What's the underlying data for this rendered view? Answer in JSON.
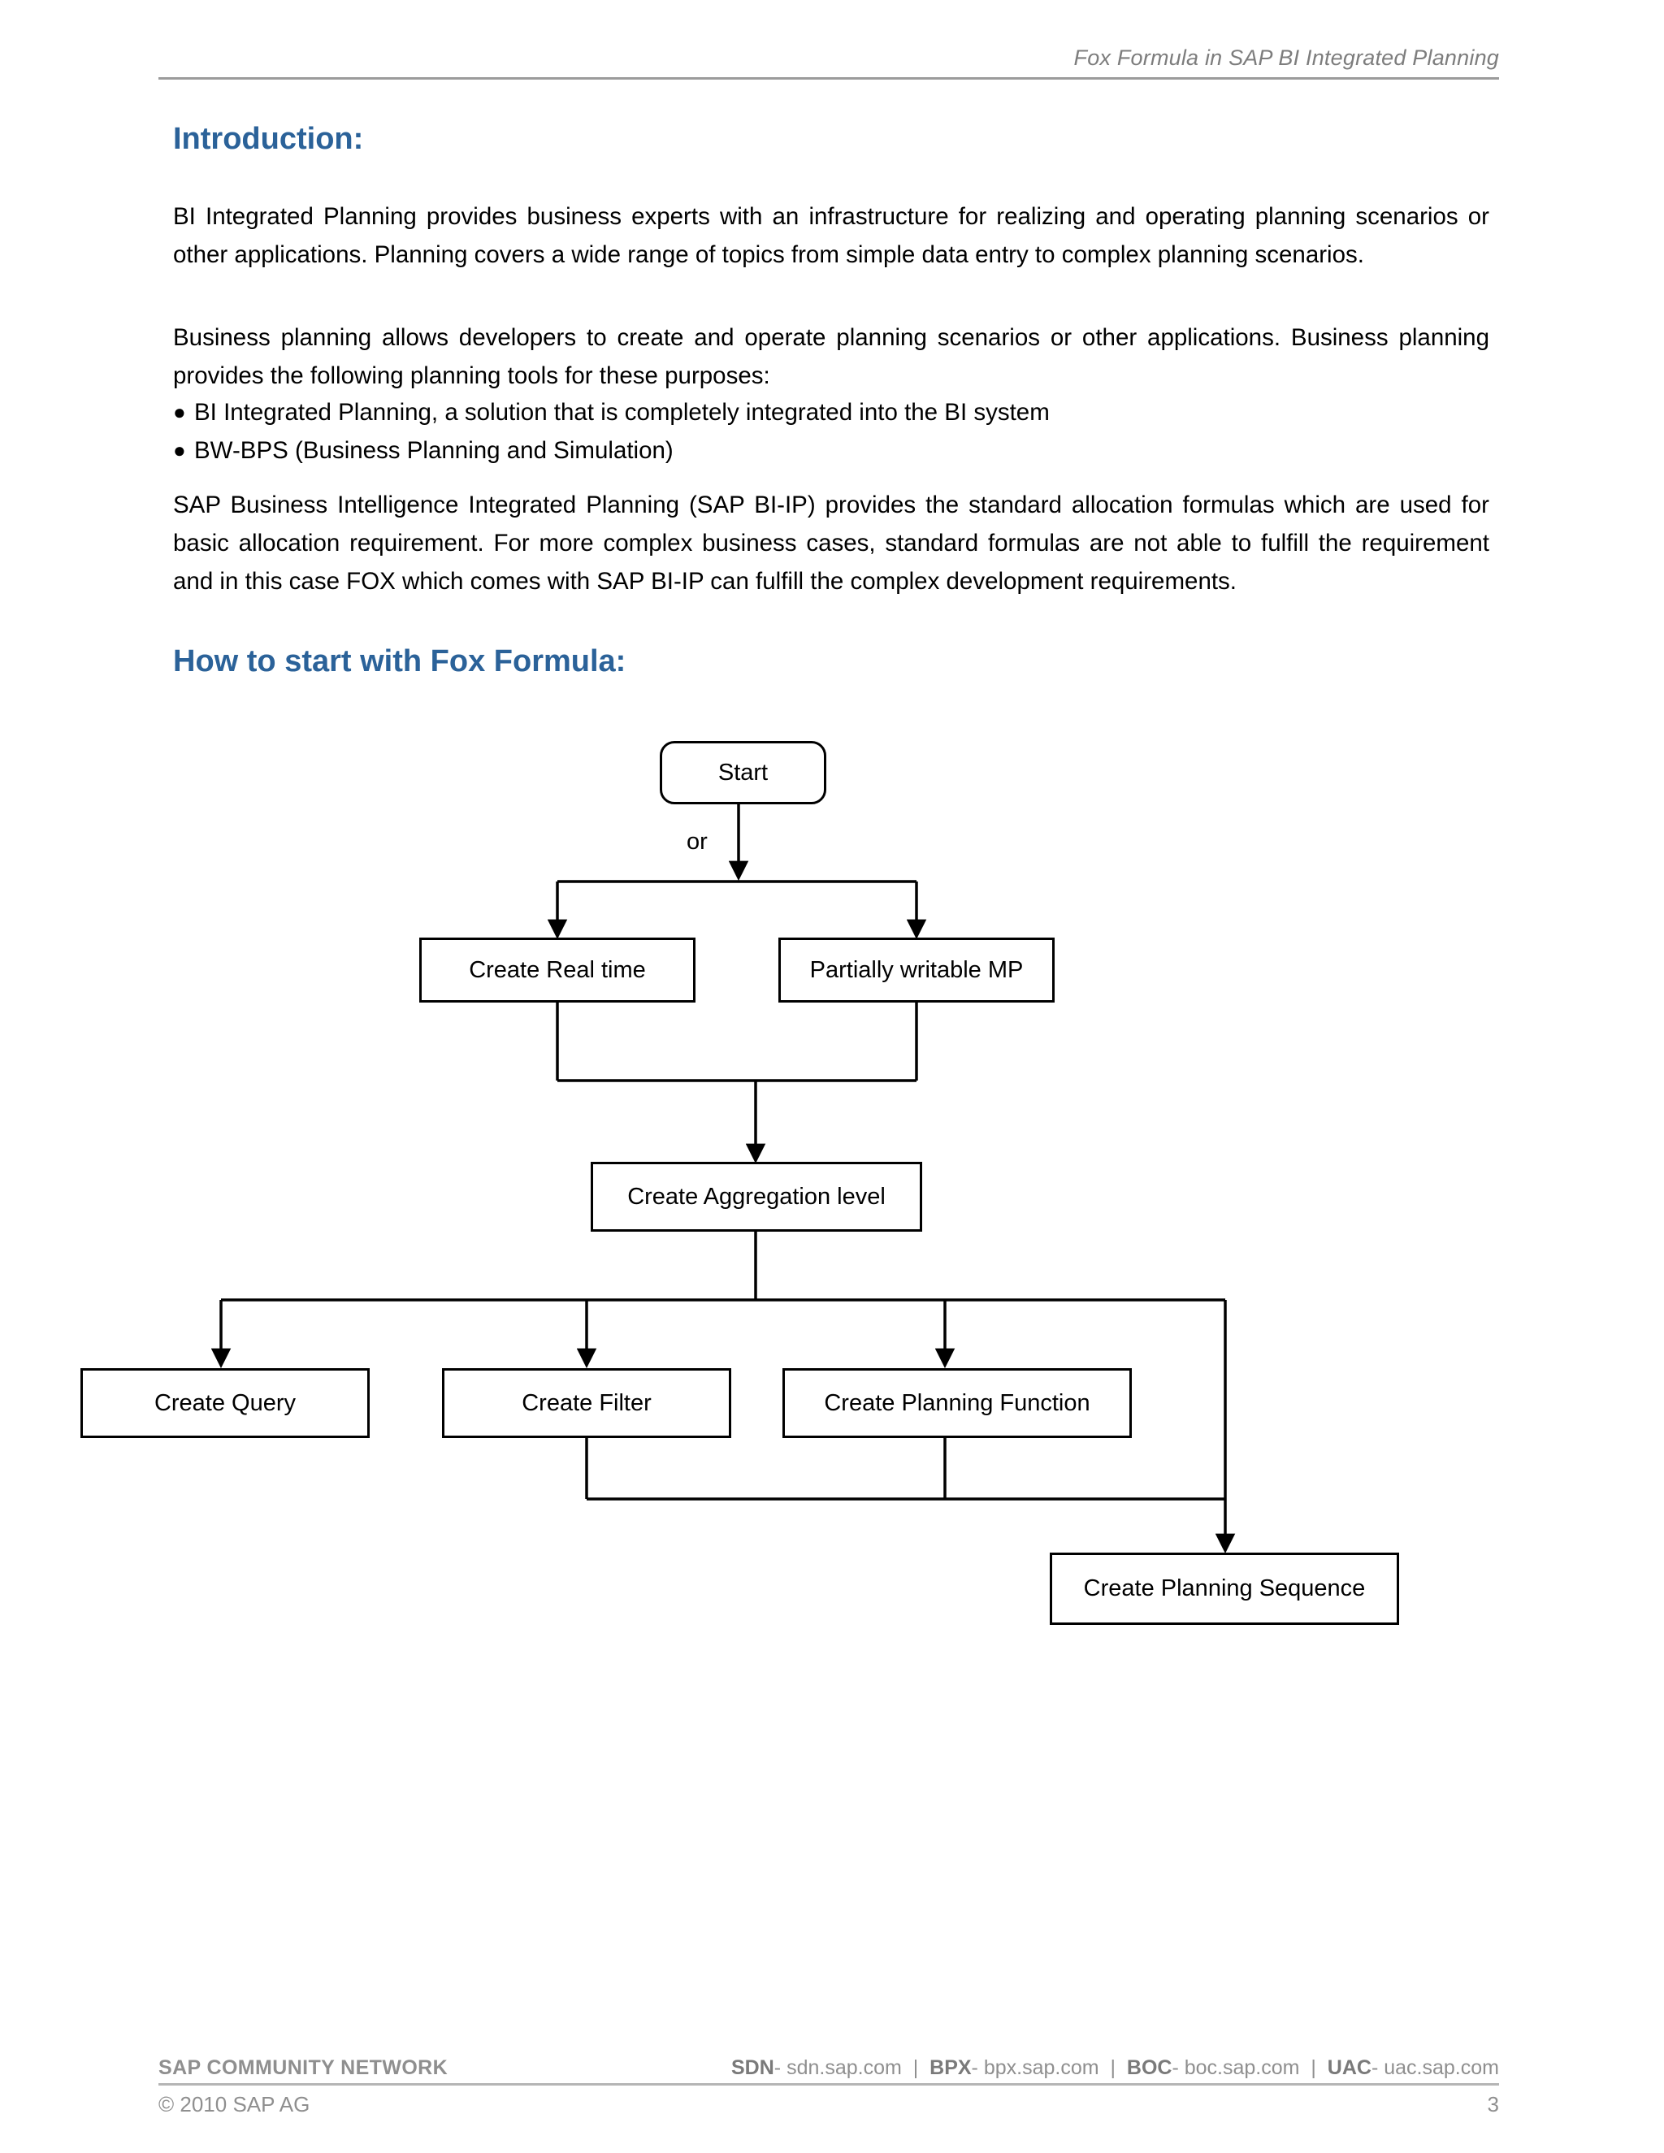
{
  "header": {
    "title": "Fox Formula in SAP BI Integrated Planning"
  },
  "content": {
    "introduction_heading": "Introduction:",
    "paragraph_1": "BI Integrated Planning provides business experts with an infrastructure for realizing and operating planning scenarios or other applications. Planning covers a wide range of topics from simple data entry to complex planning scenarios.",
    "paragraph_2": "Business planning allows developers to create and operate planning scenarios or other applications. Business planning provides the following planning tools for these purposes:",
    "bullets": [
      "BI Integrated Planning, a solution that is completely integrated into the BI system",
      "BW-BPS (Business Planning and Simulation)"
    ],
    "bullet_glyph": "●",
    "paragraph_3": "SAP Business Intelligence Integrated Planning (SAP BI-IP) provides the standard allocation formulas which are used for basic allocation requirement. For more complex business cases, standard formulas are not able to fulfill the requirement and in this case FOX which comes with SAP BI-IP can fulfill the complex development requirements.",
    "howto_heading": "How to start with Fox Formula:"
  },
  "flowchart": {
    "nodes": {
      "start": "Start",
      "create_real_time": "Create Real time",
      "partially_writable_mp": "Partially writable MP",
      "create_aggregation_level": "Create Aggregation level",
      "create_query": "Create Query",
      "create_filter": "Create Filter",
      "create_planning_function": "Create Planning Function",
      "create_planning_sequence": "Create Planning Sequence"
    },
    "edge_labels": {
      "or": "or"
    },
    "line_color": "#000000"
  },
  "footer": {
    "brand": "SAP COMMUNITY NETWORK",
    "links": [
      {
        "name": "SDN",
        "sep": "-",
        "url": "sdn.sap.com"
      },
      {
        "name": "BPX",
        "sep": "-",
        "url": "bpx.sap.com"
      },
      {
        "name": "BOC",
        "sep": "-",
        "url": "boc.sap.com"
      },
      {
        "name": "UAC",
        "sep": "-",
        "url": "uac.sap.com"
      }
    ],
    "link_divider": "|",
    "copyright": "© 2010 SAP AG",
    "page_number": "3"
  }
}
